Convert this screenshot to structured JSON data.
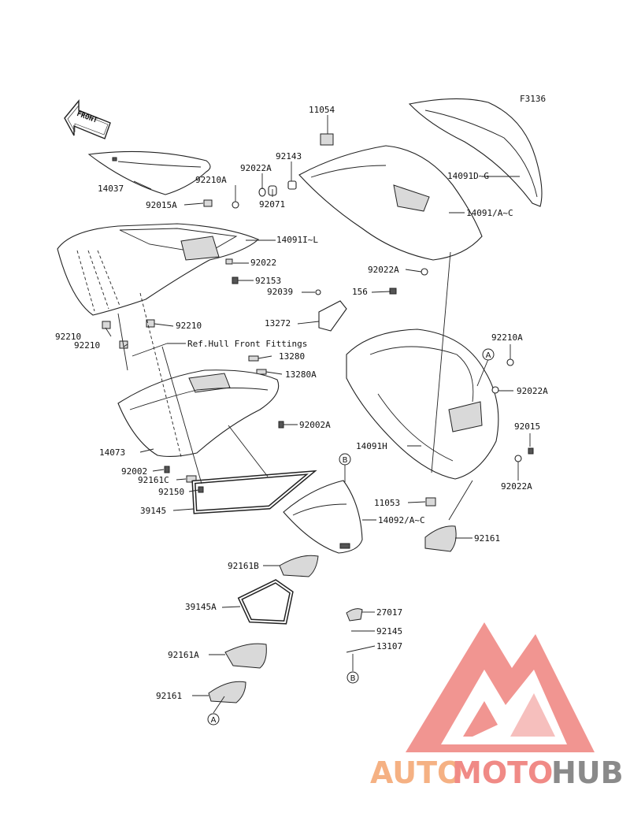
{
  "figure_code": "F3136",
  "front_label": "FRONT",
  "part_labels": {
    "p11054": "11054",
    "p92143": "92143",
    "p92022A_1": "92022A",
    "p92210A_1": "92210A",
    "p92071": "92071",
    "p14037": "14037",
    "p92015A": "92015A",
    "p14091IL": "14091I~L",
    "p92022": "92022",
    "p92153": "92153",
    "p14091DG": "14091D~G",
    "p14091AC": "14091/A~C",
    "p92022A_2": "92022A",
    "p156": "156",
    "p92039": "92039",
    "p13272": "13272",
    "p92210_1": "92210",
    "p92210_2": "92210",
    "p92210_3": "92210",
    "ref_hull": "Ref.Hull Front Fittings",
    "p13280": "13280",
    "p13280A": "13280A",
    "p92002A": "92002A",
    "p14073": "14073",
    "p92002": "92002",
    "p92161C": "92161C",
    "p92150": "92150",
    "p39145": "39145",
    "p92210A_2": "92210A",
    "p92022A_3": "92022A",
    "p92015": "92015",
    "p92022A_4": "92022A",
    "p14091H": "14091H",
    "p11053": "11053",
    "p14092AC": "14092/A~C",
    "p92161_1": "92161",
    "p92161B": "92161B",
    "p39145A": "39145A",
    "p27017": "27017",
    "p92145": "92145",
    "p13107": "13107",
    "p92161A": "92161A",
    "p92161_2": "92161"
  },
  "callouts": {
    "A_top": "A",
    "B_top": "B",
    "B_bottom": "B",
    "A_bottom": "A"
  },
  "watermark": {
    "auto": "AUTO",
    "moto": "MOTO",
    "hub": "HUB",
    "color_auto": "#f5b183",
    "color_moto": "#f08a86",
    "color_hub": "#8a8a8a",
    "logo_color": "#f08a86"
  }
}
